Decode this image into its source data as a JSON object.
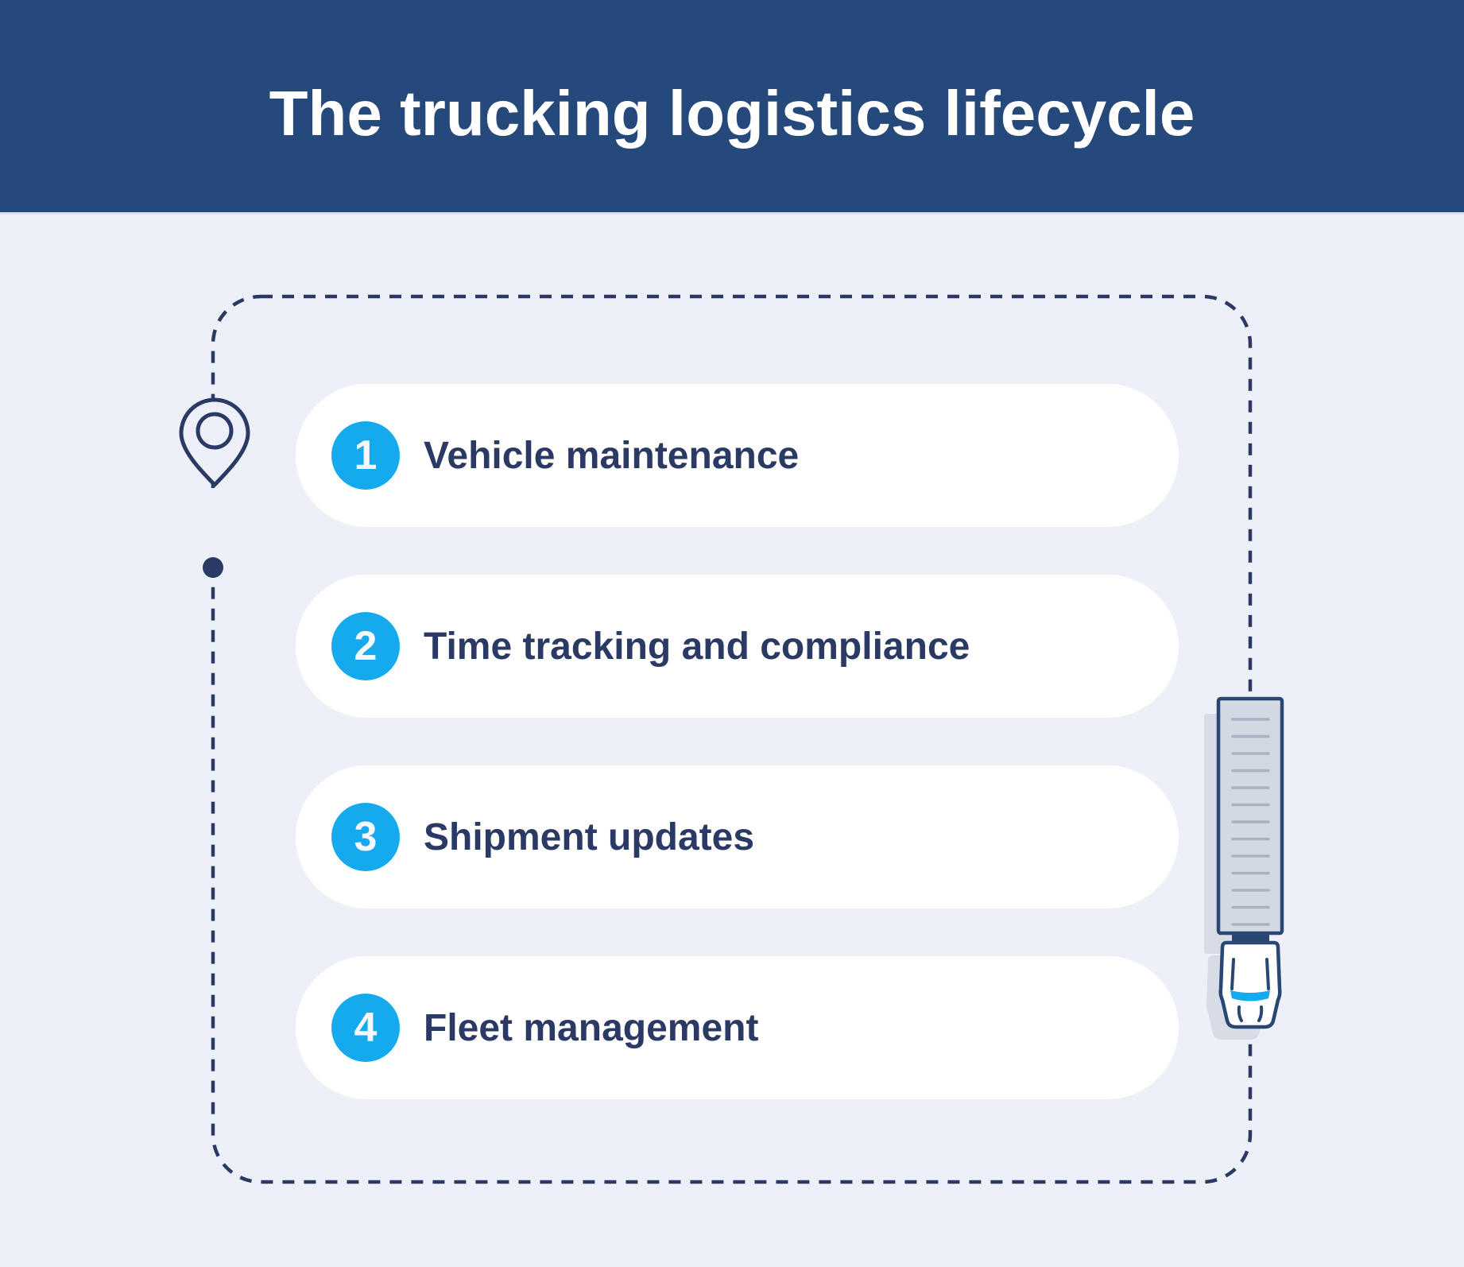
{
  "title": "The trucking logistics lifecycle",
  "steps": [
    {
      "number": "1",
      "label": "Vehicle maintenance"
    },
    {
      "number": "2",
      "label": "Time tracking and compliance"
    },
    {
      "number": "3",
      "label": "Shipment updates"
    },
    {
      "number": "4",
      "label": "Fleet management"
    }
  ],
  "icons": {
    "location_pin": "location-pin-icon",
    "route_dot": "route-dot",
    "truck": "truck-top-view-illustration"
  },
  "colors": {
    "header_bg": "#26497B",
    "header_border": "#DCE2EE",
    "title_text": "#FFFFFF",
    "background": "#EDF1F7",
    "card_bg": "#FFFFFF",
    "accent_blue": "#15AAEE",
    "number_text": "#F4F8FC",
    "navy_text": "#2B3A64",
    "line_navy": "#2B3A64",
    "truck_body": "#D3D9E3",
    "truck_outline": "#2A4672",
    "truck_rib": "#A9B2C3",
    "shadow": "#D7DCE6"
  }
}
